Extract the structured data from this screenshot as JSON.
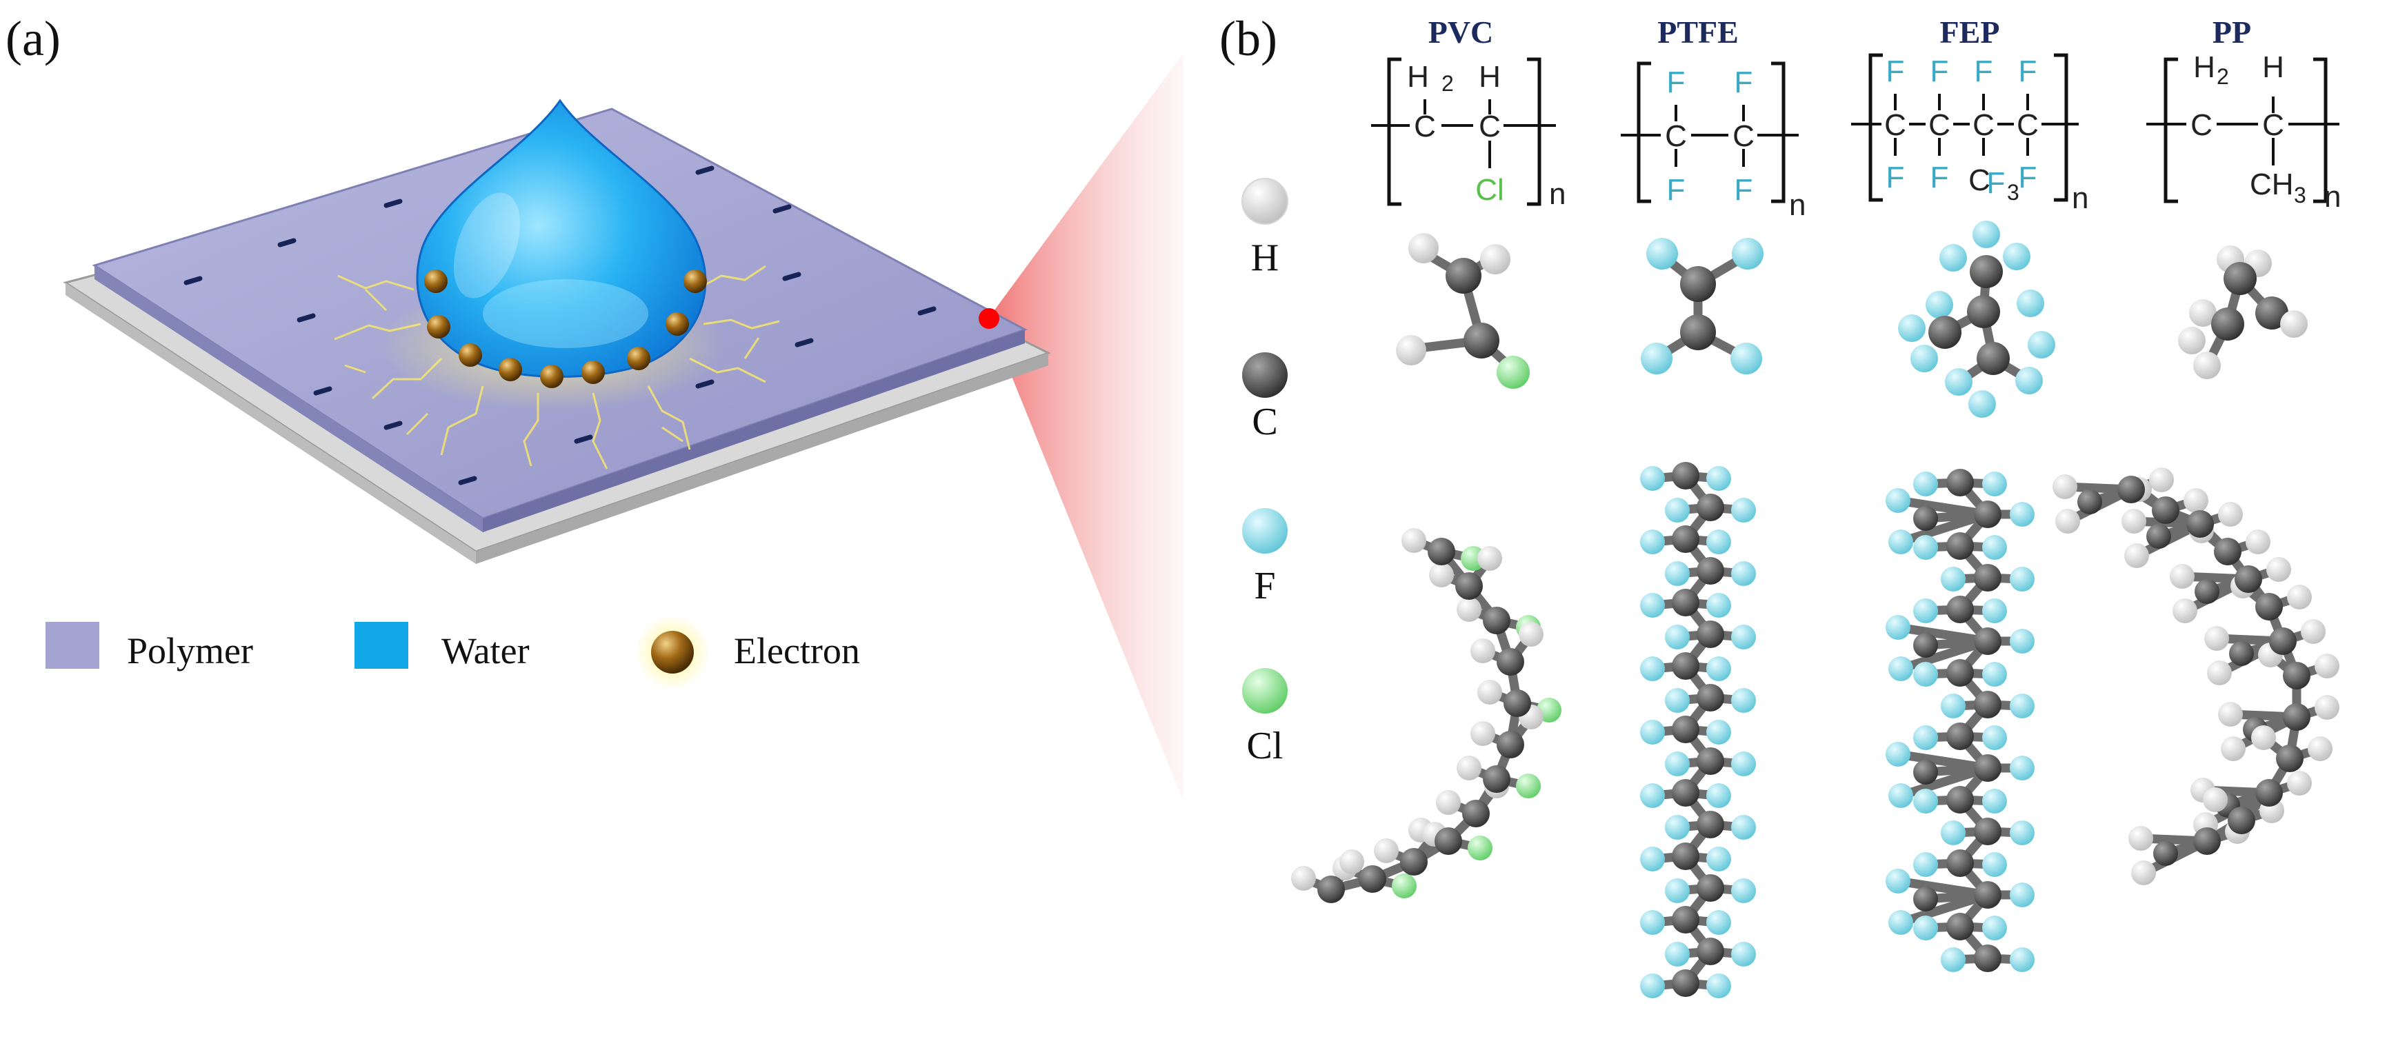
{
  "panel_a": {
    "label": "(a)",
    "legend": [
      {
        "label": "Polymer",
        "color": "#9b9ccc"
      },
      {
        "label": "Water",
        "color": "#12a7e6"
      },
      {
        "label": "Electron",
        "color": "#8a5d12"
      }
    ],
    "colors": {
      "polymer": "#a3a4d2",
      "substrate": "#dcdcdc",
      "water": "#1ea4ec",
      "electron": "#9a6a14",
      "glow": "#fff36a",
      "highlight": "#ff0000"
    }
  },
  "panel_b": {
    "label": "(b)",
    "atoms": [
      {
        "symbol": "H",
        "color": "#f1f1f1"
      },
      {
        "symbol": "C",
        "color": "#555555"
      },
      {
        "symbol": "F",
        "color": "#9fe3ef"
      },
      {
        "symbol": "Cl",
        "color": "#8fe493"
      }
    ],
    "polymers": [
      {
        "name": "PVC"
      },
      {
        "name": "PTFE"
      },
      {
        "name": "FEP"
      },
      {
        "name": "PP"
      }
    ],
    "formula": {
      "c": "C",
      "h": "H",
      "h2": "H",
      "two": "2",
      "f": "F",
      "cl": "Cl",
      "cf3_c": "C",
      "cf3_f": "F",
      "three": "3",
      "ch3": "CH",
      "n": "n"
    },
    "formula_colors": {
      "f": "#3aa9c4",
      "cl": "#58c04c"
    }
  }
}
